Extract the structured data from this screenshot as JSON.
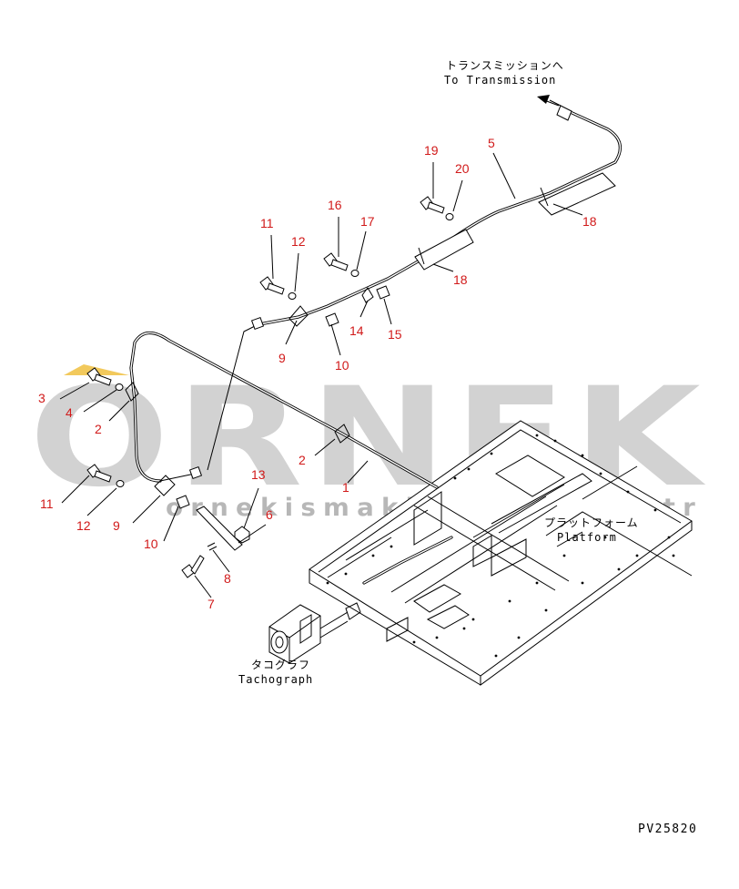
{
  "watermark": {
    "brand": "ORNEK",
    "site": "ornekismakinalari.com.tr",
    "color": "#b8b8b8",
    "accent": "#f0c040"
  },
  "annotations": {
    "transmission_jp": "トランスミッションへ",
    "transmission_en": "To Transmission",
    "platform_jp": "プラットフォーム",
    "platform_en": "Platform",
    "tachograph_jp": "タコグラフ",
    "tachograph_en": "Tachograph"
  },
  "drawing_code": "PV25820",
  "label_color": "#d11a1a",
  "callouts": {
    "c5": "5",
    "c19": "19",
    "c20": "20",
    "c18a": "18",
    "c18b": "18",
    "c16": "16",
    "c17": "17",
    "c11a": "11",
    "c12a": "12",
    "c14": "14",
    "c15": "15",
    "c9a": "9",
    "c10a": "10",
    "c3": "3",
    "c4": "4",
    "c2a": "2",
    "c2b": "2",
    "c1": "1",
    "c11b": "11",
    "c12b": "12",
    "c9b": "9",
    "c10b": "10",
    "c13": "13",
    "c6": "6",
    "c8": "8",
    "c7": "7"
  }
}
